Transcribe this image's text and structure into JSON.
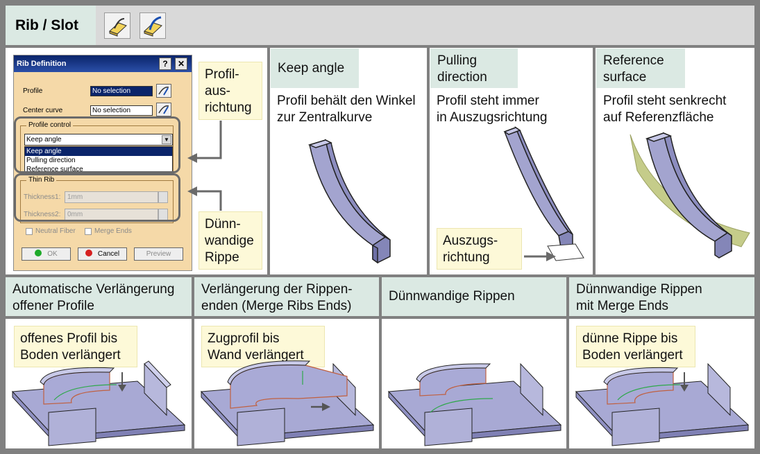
{
  "title": "Rib / Slot",
  "toolbar": {
    "icons": [
      "rib-icon",
      "slot-icon"
    ]
  },
  "dialog": {
    "title": "Rib Definition",
    "help": "?",
    "close": "✕",
    "profile_label": "Profile",
    "profile_value": "No selection",
    "center_curve_label": "Center curve",
    "center_curve_value": "No selection",
    "profile_control_label": "Profile control",
    "profile_control_value": "Keep angle",
    "profile_control_options": [
      "Keep angle",
      "Pulling direction",
      "Reference surface"
    ],
    "thin_rib_label": "Thin Rib",
    "thickness1_label": "Thickness1:",
    "thickness1_value": "1mm",
    "thickness2_label": "Thickness2:",
    "thickness2_value": "0mm",
    "neutral_fiber_label": "Neutral Fiber",
    "merge_ends_label": "Merge Ends",
    "ok_label": "OK",
    "cancel_label": "Cancel",
    "preview_label": "Preview"
  },
  "callouts": {
    "profile_alignment": [
      "Profil-",
      "aus-",
      "richtung"
    ],
    "thin_walled_rib": [
      "Dünn-",
      "wandige",
      "Rippe"
    ]
  },
  "top_panels": [
    {
      "header": [
        "Keep angle"
      ],
      "desc": [
        "Profil behält den Winkel",
        "zur Zentralkurve"
      ]
    },
    {
      "header": [
        "Pulling",
        "direction"
      ],
      "desc": [
        "Profil steht immer",
        "in Auszugsrichtung"
      ],
      "note": [
        "Auszugs-",
        "richtung"
      ]
    },
    {
      "header": [
        "Reference",
        "surface"
      ],
      "desc": [
        "Profil steht senkrecht",
        "auf Referenzfläche"
      ]
    }
  ],
  "bottom_panels": [
    {
      "header": [
        "Automatische Verlängerung",
        "offener Profile"
      ],
      "note": [
        "offenes Profil bis",
        "Boden verlängert"
      ]
    },
    {
      "header": [
        "Verlängerung der Rippen-",
        "enden (Merge Ribs Ends)"
      ],
      "note": [
        "Zugprofil bis",
        "Wand verlängert"
      ]
    },
    {
      "header": [
        "Dünnwandige Rippen"
      ]
    },
    {
      "header": [
        "Dünnwandige Rippen",
        "mit Merge Ends"
      ],
      "note": [
        "dünne Rippe bis",
        "Boden verlängert"
      ]
    }
  ],
  "colors": {
    "header_bg": "#dbe9e3",
    "note_bg": "#fdf9d8",
    "frame": "#808080",
    "part": "#a3a4cf",
    "surface": "#c5cc8a"
  }
}
